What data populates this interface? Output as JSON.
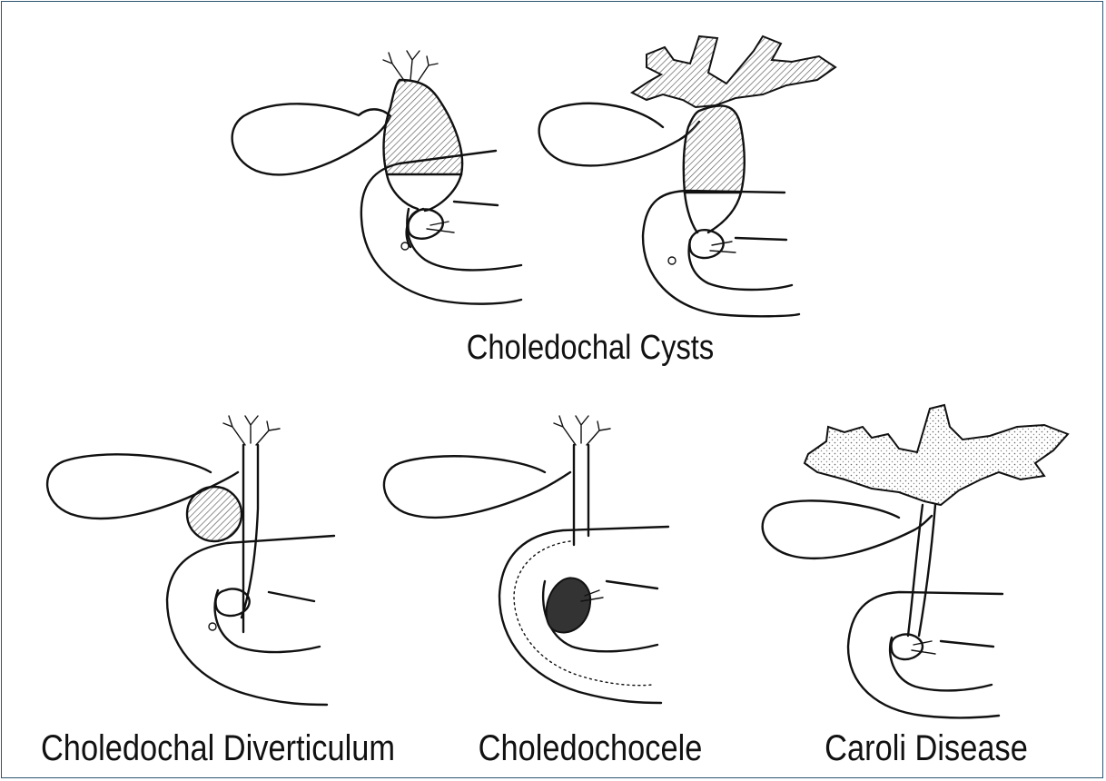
{
  "labels": {
    "choledochal_cysts": "Choledochal Cysts",
    "choledochal_diverticulum": "Choledochal Diverticulum",
    "choledochocele": "Choledochocele",
    "caroli_disease": "Caroli Disease"
  },
  "colors": {
    "border": "#2c5470",
    "ink": "#111111",
    "hatch": "#555555"
  }
}
